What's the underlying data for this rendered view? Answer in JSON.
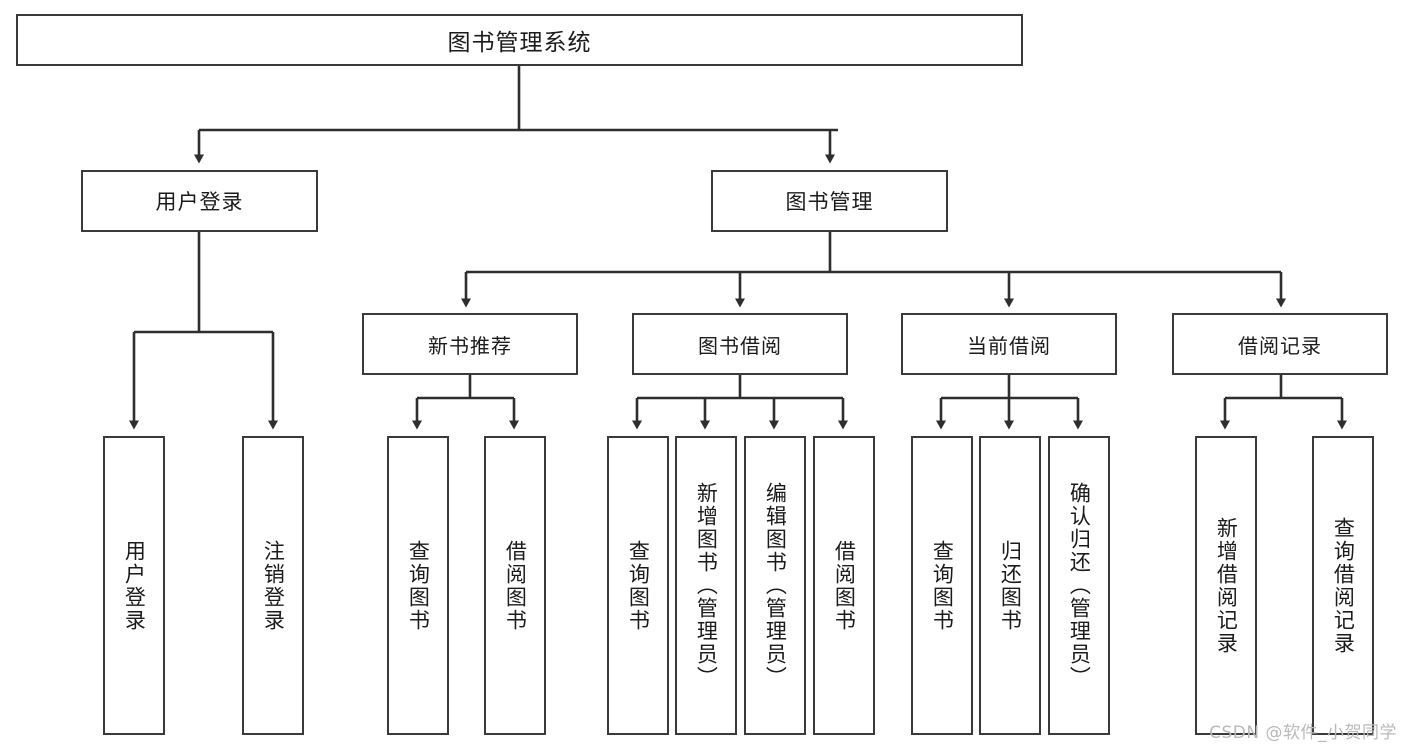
{
  "diagram": {
    "title": "图书管理系统",
    "watermark": "CSDN @软件_小贺同学",
    "colors": {
      "box_border": "#3a3a3a",
      "box_fill": "#ffffff",
      "connector": "#2e2e2e",
      "text": "#1b1b1b",
      "watermark": "#b9b9b9",
      "background": "#ffffff"
    },
    "root": {
      "label": "图书管理系统"
    },
    "level2": [
      {
        "label": "用户登录"
      },
      {
        "label": "图书管理"
      }
    ],
    "level3": [
      {
        "label": "新书推荐"
      },
      {
        "label": "图书借阅"
      },
      {
        "label": "当前借阅"
      },
      {
        "label": "借阅记录"
      }
    ],
    "leaves": {
      "user_login": [
        {
          "label": "用户登录"
        },
        {
          "label": "注销登录"
        }
      ],
      "new_book_recommend": [
        {
          "label": "查询图书"
        },
        {
          "label": "借阅图书"
        }
      ],
      "book_borrow": [
        {
          "label": "查询图书"
        },
        {
          "label": "新增图书（管理员）"
        },
        {
          "label": "编辑图书（管理员）"
        },
        {
          "label": "借阅图书"
        }
      ],
      "current_borrow": [
        {
          "label": "查询图书"
        },
        {
          "label": "归还图书"
        },
        {
          "label": "确认归还（管理员）"
        }
      ],
      "borrow_record": [
        {
          "label": "新增借阅记录"
        },
        {
          "label": "查询借阅记录"
        }
      ]
    }
  }
}
